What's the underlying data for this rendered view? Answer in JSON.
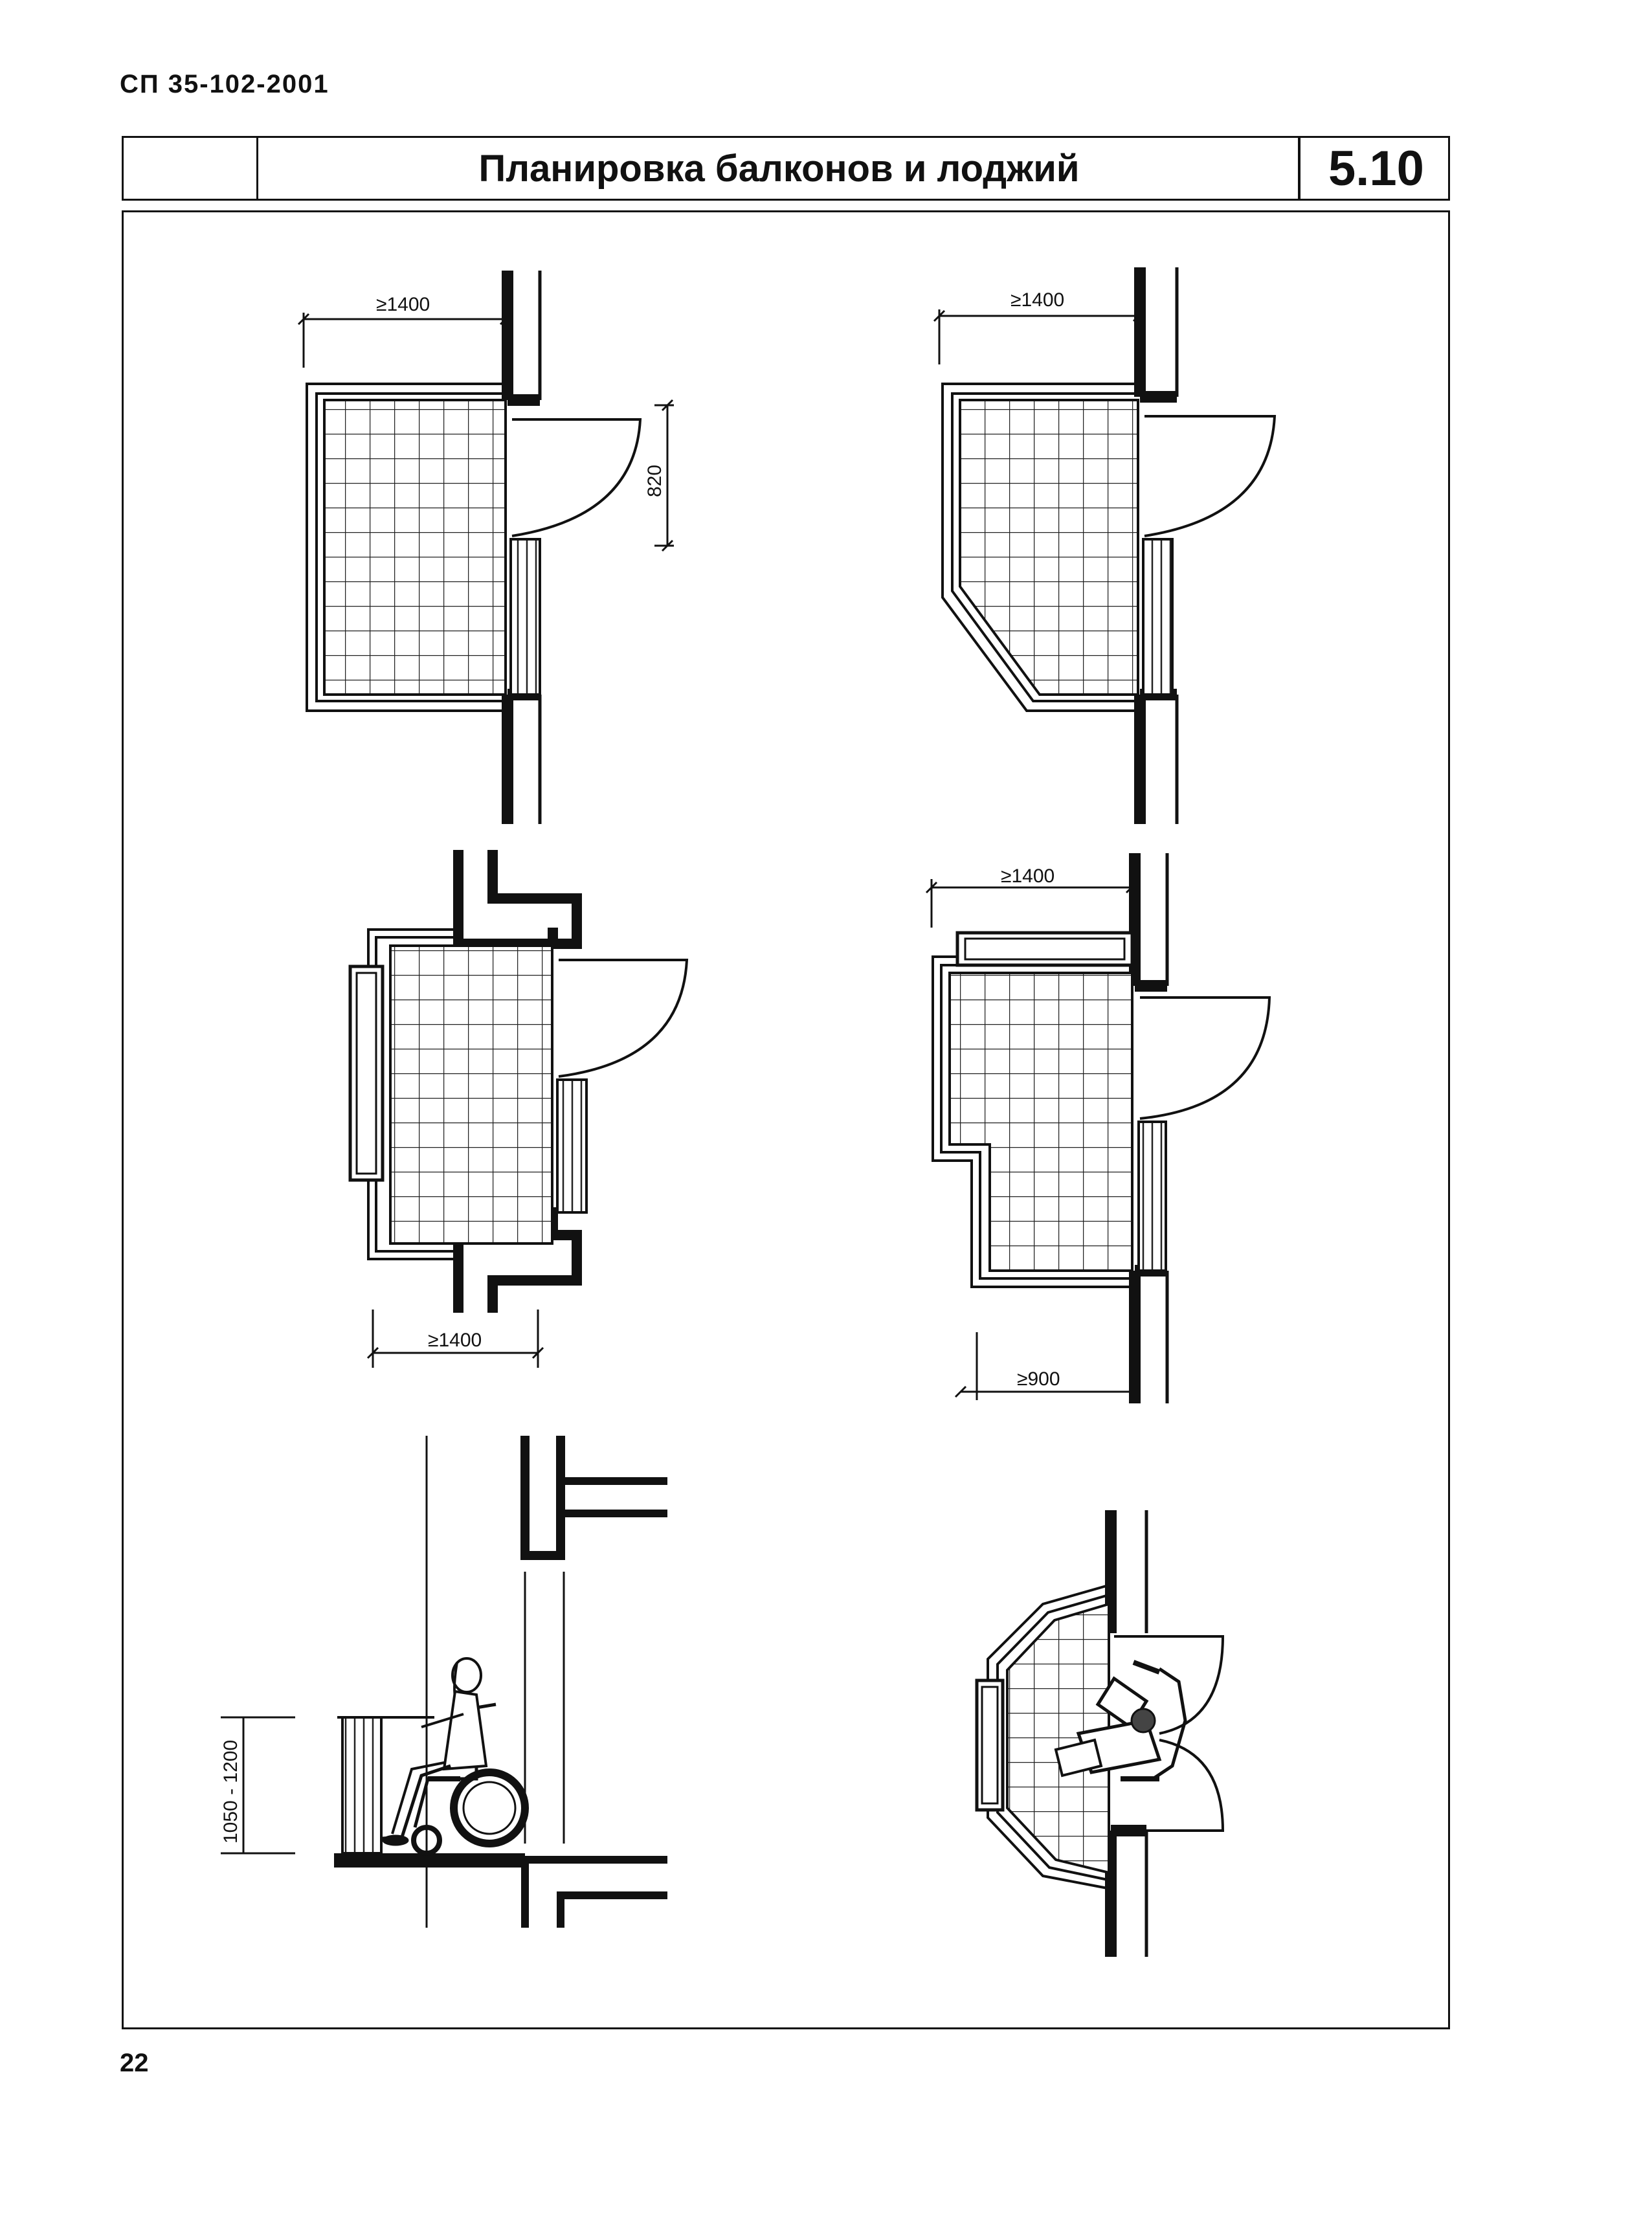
{
  "document": {
    "code": "СП 35-102-2001",
    "page_number": "22"
  },
  "header": {
    "title": "Планировка балконов и лоджий",
    "section_number": "5.10"
  },
  "dimensions": {
    "d1_width": "≥1400",
    "d1_door": "820",
    "d2_width": "≥1400",
    "d4_top": "≥1400",
    "d3_bottom": "≥1400",
    "d4_bottom": "≥900",
    "d5_height": "1050 - 1200"
  }
}
